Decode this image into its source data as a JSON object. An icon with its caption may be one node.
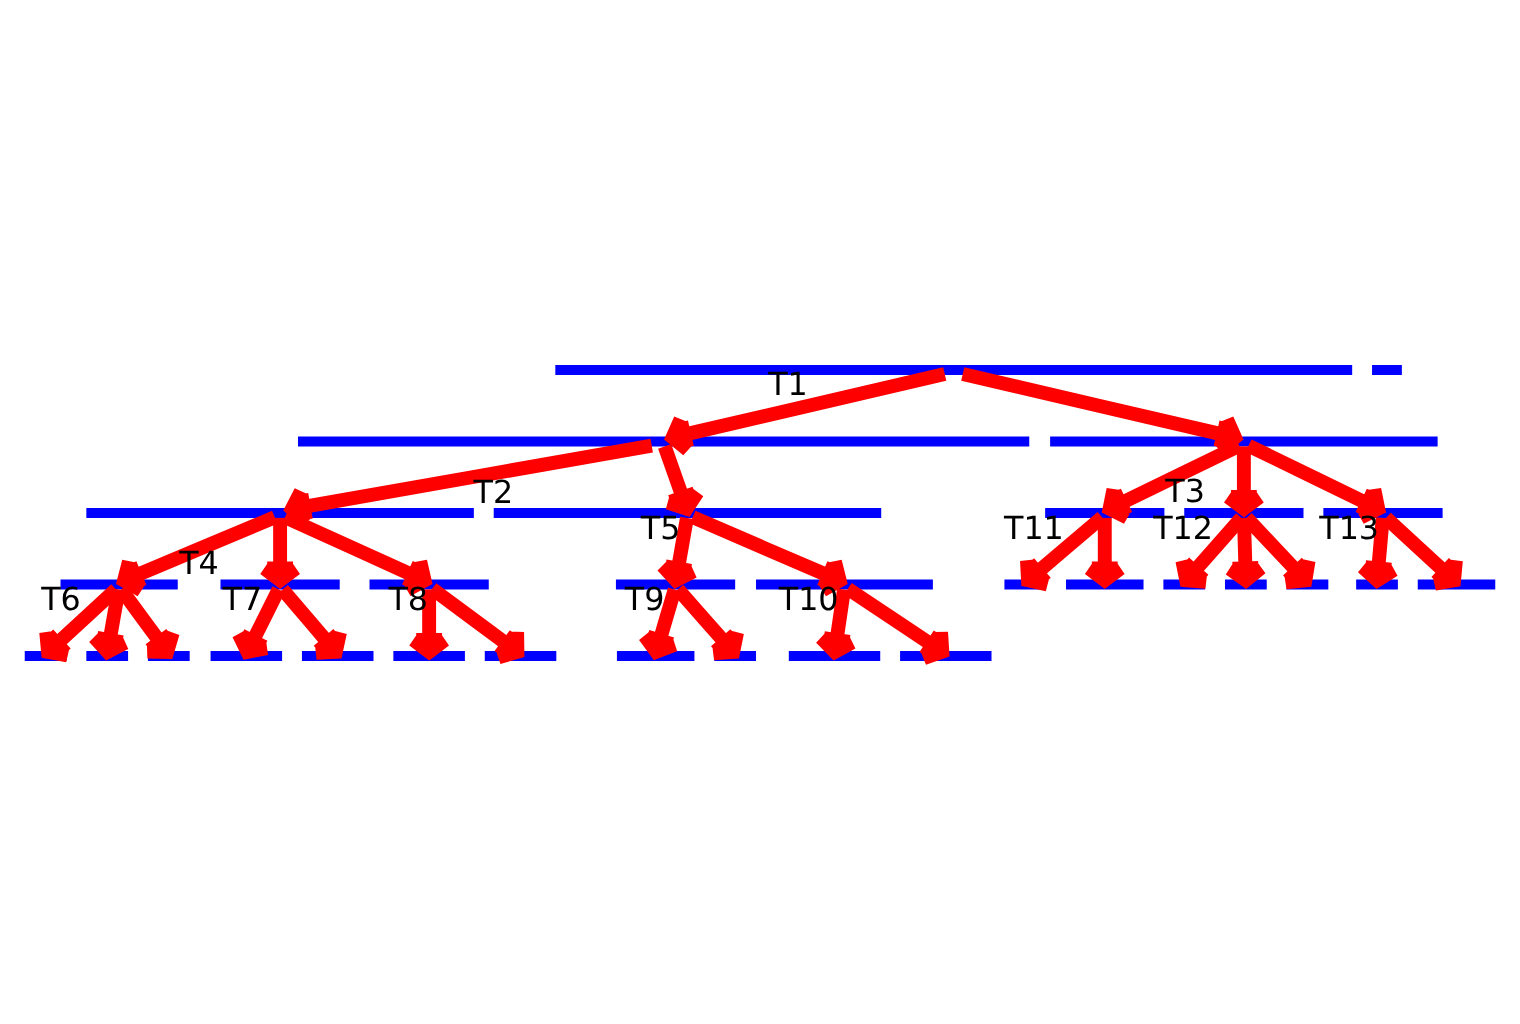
{
  "diagram": {
    "nodes": [
      {
        "text": [],
        "shape": "bar"
      },
      {
        "text": [],
        "shape": "bar"
      },
      {
        "text": [],
        "shape": "bar"
      },
      {
        "text": [],
        "shape": "bar"
      },
      {
        "text": [],
        "shape": "bar"
      },
      {
        "text": [],
        "shape": "bar"
      },
      {
        "text": [],
        "shape": "bar"
      },
      {
        "text": [],
        "shape": "bar"
      },
      {
        "text": [],
        "shape": "bar"
      },
      {
        "text": [],
        "shape": "bar"
      },
      {
        "text": [],
        "shape": "bar"
      },
      {
        "text": [],
        "shape": "bar"
      },
      {
        "text": [],
        "shape": "bar"
      },
      {
        "text": [],
        "shape": "bar"
      },
      {
        "text": [],
        "shape": "bar"
      },
      {
        "text": [],
        "shape": "bar"
      },
      {
        "text": [],
        "shape": "bar"
      },
      {
        "text": [],
        "shape": "bar"
      },
      {
        "text": [],
        "shape": "bar"
      },
      {
        "text": [],
        "shape": "bar"
      },
      {
        "text": [],
        "shape": "bar"
      },
      {
        "text": [],
        "shape": "bar"
      },
      {
        "text": [],
        "shape": "bar"
      },
      {
        "text": [],
        "shape": "bar"
      },
      {
        "text": [],
        "shape": "bar"
      },
      {
        "text": [],
        "shape": "bar"
      },
      {
        "text": [],
        "shape": "bar"
      },
      {
        "text": [],
        "shape": "bar"
      },
      {
        "text": [],
        "shape": "bar"
      },
      {
        "text": [],
        "shape": "bar"
      },
      {
        "text": [],
        "shape": "bar"
      },
      {
        "text": [],
        "shape": "bar"
      }
    ],
    "edges": [
      {
        "from": 0,
        "to": 1,
        "arrow": "to",
        "label": "T1"
      },
      {
        "from": 0,
        "to": 2,
        "arrow": "to"
      },
      {
        "from": 1,
        "to": 3,
        "arrow": "to",
        "label": "T2"
      },
      {
        "from": 1,
        "to": 4,
        "arrow": "to"
      },
      {
        "from": 2,
        "to": 10,
        "arrow": "to",
        "label": "T3"
      },
      {
        "from": 2,
        "to": 11,
        "arrow": "to"
      },
      {
        "from": 2,
        "to": 12,
        "arrow": "to"
      },
      {
        "from": 3,
        "to": 5,
        "arrow": "to",
        "label": "T4"
      },
      {
        "from": 3,
        "to": 6,
        "arrow": "to"
      },
      {
        "from": 3,
        "to": 7,
        "arrow": "to"
      },
      {
        "from": 4,
        "to": 8,
        "arrow": "to",
        "label": "T5"
      },
      {
        "from": 4,
        "to": 9,
        "arrow": "to"
      },
      {
        "from": 5,
        "to": 13,
        "arrow": "to",
        "label": "T6"
      },
      {
        "from": 5,
        "to": 14,
        "arrow": "to"
      },
      {
        "from": 5,
        "to": 15,
        "arrow": "to"
      },
      {
        "from": 6,
        "to": 16,
        "arrow": "to",
        "label": "T7"
      },
      {
        "from": 6,
        "to": 17,
        "arrow": "to"
      },
      {
        "from": 7,
        "to": 18,
        "arrow": "to",
        "label": "T8"
      },
      {
        "from": 7,
        "to": 19,
        "arrow": "to"
      },
      {
        "from": 8,
        "to": 20,
        "arrow": "to",
        "label": "T9"
      },
      {
        "from": 8,
        "to": 21,
        "arrow": "to"
      },
      {
        "from": 9,
        "to": 22,
        "arrow": "to",
        "label": "T10"
      },
      {
        "from": 9,
        "to": 23,
        "arrow": "to"
      },
      {
        "from": 10,
        "to": 24,
        "arrow": "to",
        "label": "T11"
      },
      {
        "from": 10,
        "to": 25,
        "arrow": "to"
      },
      {
        "from": 11,
        "to": 26,
        "arrow": "to",
        "label": "T12"
      },
      {
        "from": 11,
        "to": 27,
        "arrow": "to"
      },
      {
        "from": 11,
        "to": 28,
        "arrow": "to"
      },
      {
        "from": 12,
        "to": 29,
        "arrow": "to",
        "label": "T13"
      },
      {
        "from": 12,
        "to": 30,
        "arrow": "to"
      }
    ]
  }
}
